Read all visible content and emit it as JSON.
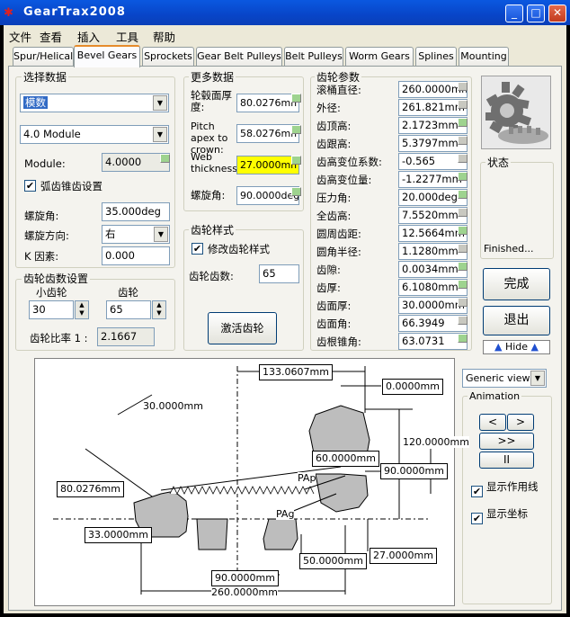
{
  "window": {
    "title": "GearTrax2008"
  },
  "menu": [
    "文件",
    "查看",
    "插入",
    "工具",
    "帮助"
  ],
  "tabs": [
    "Spur/Helical",
    "Bevel Gears",
    "Sprockets",
    "Gear Belt Pulleys",
    "Belt Pulleys",
    "Worm Gears",
    "Splines",
    "Mounting"
  ],
  "select_data": {
    "title": "选择数据",
    "type_combo": "模数",
    "module_combo": "4.0 Module",
    "module_label": "Module:",
    "module_value": "4.0000",
    "spiral_label": "弧齿锥齿设置",
    "spiral_checked": "✔",
    "helix_label": "螺旋角:",
    "helix_value": "35.000deg",
    "direction_label": "螺旋方向:",
    "direction_value": "右",
    "k_label": "K 因素:",
    "k_value": "0.000"
  },
  "tooth_count": {
    "title": "齿轮齿数设置",
    "pinion_label": "小齿轮",
    "gear_label": "齿轮",
    "pinion_value": "30",
    "gear_value": "65",
    "ratio_label": "齿轮比率 1 :",
    "ratio_value": "2.1667"
  },
  "more_data": {
    "title": "更多数据",
    "face_width_label": "轮毂面厚度:",
    "face_width_value": "80.0276mm",
    "pitch_apex_label": "Pitch apex to crown:",
    "pitch_apex_value": "58.0276mm",
    "web_label": "Web thickness:",
    "web_value": "27.0000mm",
    "spiral_angle_label": "螺旋角:",
    "spiral_angle_value": "90.0000deg"
  },
  "gear_style": {
    "title": "齿轮样式",
    "modify_label": "修改齿轮样式",
    "modify_checked": "✔",
    "teeth_label": "齿轮齿数:",
    "teeth_value": "65",
    "activate_button": "激活齿轮"
  },
  "gear_params": {
    "title": "齿轮参数",
    "rows": [
      {
        "label": "滚桶直径:",
        "value": "260.0000mm"
      },
      {
        "label": "外径:",
        "value": "261.821mm"
      },
      {
        "label": "齿顶高:",
        "value": "2.1723mm"
      },
      {
        "label": "齿跟高:",
        "value": "5.3797mm"
      },
      {
        "label": "齿高变位系数:",
        "value": "-0.565"
      },
      {
        "label": "齿高变位量:",
        "value": "-1.2277mm"
      },
      {
        "label": "压力角:",
        "value": "20.000deg"
      },
      {
        "label": "全齿高:",
        "value": "7.5520mm"
      },
      {
        "label": "圆周齿距:",
        "value": "12.5664mm"
      },
      {
        "label": "圆角半径:",
        "value": "1.1280mm"
      },
      {
        "label": "齿隙:",
        "value": "0.0034mm"
      },
      {
        "label": "齿厚:",
        "value": "6.1080mm"
      },
      {
        "label": "齿面厚:",
        "value": "30.0000mm"
      },
      {
        "label": "齿面角:",
        "value": "66.3949"
      },
      {
        "label": "齿根锥角:",
        "value": "63.0731"
      }
    ]
  },
  "status": {
    "title": "状态",
    "text": "Finished..."
  },
  "buttons": {
    "done": "完成",
    "exit": "退出",
    "hide": "Hide"
  },
  "view_combo": "Generic view",
  "animation": {
    "title": "Animation",
    "left": "<",
    "right": ">",
    "fast": ">>",
    "pause": "II",
    "show_action_line": "显示作用线",
    "show_coords": "显示坐标"
  },
  "diagram": {
    "dim_133": "133.0607mm",
    "dim_0": "0.0000mm",
    "dim_30": "30.0000mm",
    "dim_120": "120.0000mm",
    "dim_60": "60.0000mm",
    "dim_90r": "90.0000mm",
    "dim_80": "80.0276mm",
    "pap": "PAp",
    "pag": "PAg",
    "dim_33": "33.0000mm",
    "dim_50": "50.0000mm",
    "dim_27": "27.0000mm",
    "dim_90b": "90.0000mm",
    "dim_260": "260.0000mm"
  }
}
